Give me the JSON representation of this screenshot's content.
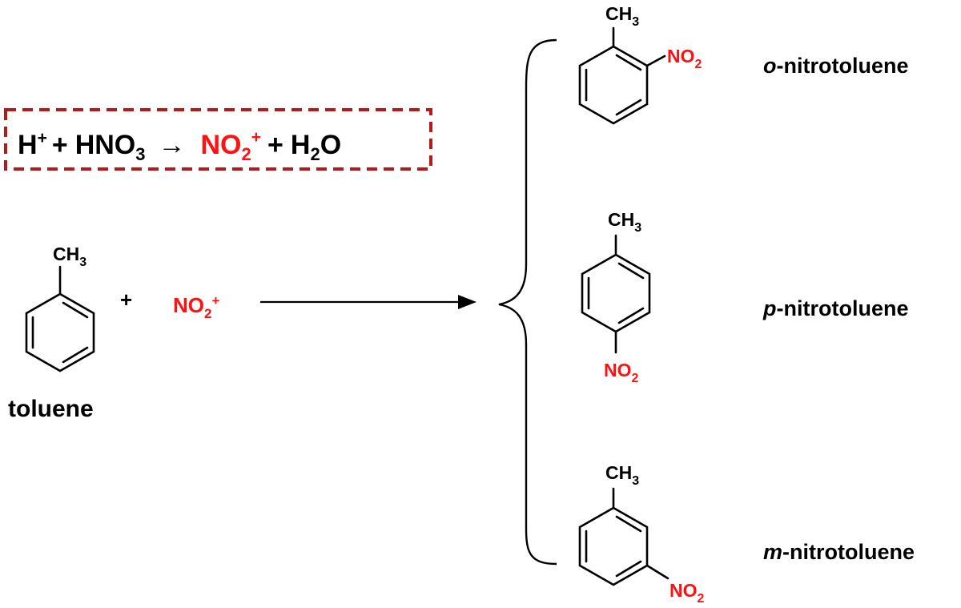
{
  "colors": {
    "black": "#000000",
    "red": "#ff1111",
    "box_border": "#b31b1b"
  },
  "activation": {
    "h_base": "H",
    "h_charge": "+",
    "plus1": "+",
    "hno3_base": "HNO",
    "hno3_sub": "3",
    "arrow": "→",
    "no2_base": "NO",
    "no2_sub": "2",
    "no2_charge": "+",
    "plus2": "+",
    "h2o_h": "H",
    "h2o_sub": "2",
    "h2o_o": "O"
  },
  "reactant": {
    "methyl_base": "CH",
    "methyl_sub": "3",
    "name": "toluene",
    "plus": "+",
    "electrophile_base": "NO",
    "electrophile_sub": "2",
    "electrophile_charge": "+"
  },
  "products": [
    {
      "id": "ortho",
      "prefix": "o",
      "suffix": "-nitrotoluene",
      "methyl_base": "CH",
      "methyl_sub": "3",
      "nitro_base": "NO",
      "nitro_sub": "2"
    },
    {
      "id": "para",
      "prefix": "p",
      "suffix": "-nitrotoluene",
      "methyl_base": "CH",
      "methyl_sub": "3",
      "nitro_base": "NO",
      "nitro_sub": "2"
    },
    {
      "id": "meta",
      "prefix": "m",
      "suffix": "-nitrotoluene",
      "methyl_base": "CH",
      "methyl_sub": "3",
      "nitro_base": "NO",
      "nitro_sub": "2"
    }
  ]
}
